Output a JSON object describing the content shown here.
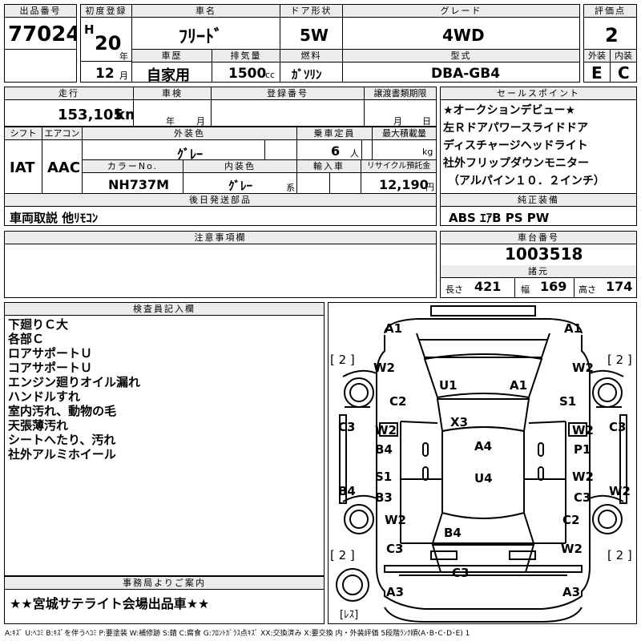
{
  "header": {
    "lot_label": "出品番号",
    "lot_no": "77024",
    "first_reg_label": "初度登録",
    "era": "H",
    "year": "20",
    "year_unit": "年",
    "month": "12",
    "month_unit": "月",
    "car_name_label": "車名",
    "car_name": "ﾌﾘｰﾄﾞ",
    "door_label": "ドア形状",
    "door": "5W",
    "grade_label": "グレード",
    "grade": "4WD",
    "score_label": "評価点",
    "score": "2",
    "history_label": "車歴",
    "history": "自家用",
    "displacement_label": "排気量",
    "displacement": "1500",
    "displacement_unit": "cc",
    "fuel_label": "燃料",
    "fuel": "ｶﾞｿﾘﾝ",
    "model_label": "型式",
    "model": "DBA-GB4",
    "exterior_label": "外装",
    "exterior": "E",
    "interior_label": "内装",
    "interior": "C"
  },
  "row2": {
    "mileage_label": "走行",
    "mileage": "153,105",
    "mileage_unit": "km",
    "inspection_label": "車検",
    "insp_year_unit": "年",
    "insp_month_unit": "月",
    "reg_no_label": "登録番号",
    "transfer_label": "譲渡書類期限",
    "transfer_month_unit": "月",
    "transfer_day_unit": "日",
    "shift_label": "シフト",
    "shift": "IAT",
    "ac_label": "エアコン",
    "ac": "AAC",
    "ext_color_label": "外装色",
    "ext_color": "ｸﾞﾚｰ",
    "capacity_label": "乗車定員",
    "capacity": "6",
    "capacity_unit": "人",
    "max_load_label": "最大積載量",
    "max_load_unit": "kg",
    "color_no_label": "カラーNo.",
    "color_no": "NH737M",
    "int_color_label": "内装色",
    "int_color": "ｸﾞﾚｰ",
    "int_color_unit": "系",
    "import_label": "輸入車",
    "recycle_label": "リサイクル預託金",
    "recycle": "12,190",
    "recycle_unit": "円",
    "later_parts_label": "後日発送部品",
    "later_parts": "車両取説 他ﾘﾓｺﾝ"
  },
  "sales_points": {
    "label": "セールスポイント",
    "lines": [
      "★オークションデビュー★",
      "左Ｒドアパワースライドドア",
      "ディスチャージヘッドライト",
      "社外フリップダウンモニター",
      "（アルパイン１０．２インチ）"
    ]
  },
  "equipment": {
    "label": "純正装備",
    "value": "ABS ｴｱB PS PW"
  },
  "notes": {
    "label": "注意事項欄"
  },
  "chassis": {
    "label": "車台番号",
    "value": "1003518",
    "spec_label": "諸元",
    "length_label": "長さ",
    "length": "421",
    "width_label": "幅",
    "width": "169",
    "height_label": "高さ",
    "height": "174"
  },
  "inspector": {
    "label": "検査員記入欄",
    "lines": [
      "下廻りＣ大",
      "各部Ｃ",
      "ロアサポートＵ",
      "コアサポートＵ",
      "エンジン廻りオイル漏れ",
      "ハンドルすれ",
      "室内汚れ、動物の毛",
      "天張薄汚れ",
      "シートへたり、汚れ",
      "社外アルミホイール"
    ]
  },
  "office": {
    "label": "事務局よりご案内",
    "value": "★★宮城サテライト会場出品車★★"
  },
  "diagram": {
    "marks": {
      "a1_left": "A1",
      "a1_right": "A1",
      "bracket_tl": "[ 2 ]",
      "bracket_tr": "[ 2 ]",
      "bracket_bl": "[ 2 ]",
      "bracket_br": "[ 2 ]",
      "w2_fl": "W2",
      "w2_fr": "W2",
      "u1": "U1",
      "a1_roof": "A1",
      "c2_left": "C2",
      "s1_right": "S1",
      "c3_left": "C3",
      "c3_right": "C3",
      "x3": "X3",
      "w2_ldoor1": "W2",
      "b4_ldoor1": "B4",
      "w2_rdoor1": "W2",
      "p1_rdoor1": "P1",
      "a4": "A4",
      "s1_ldoor2": "S1",
      "b3_ldoor2": "B3",
      "w2_rdoor2": "W2",
      "c3_rdoor2": "C3",
      "u4": "U4",
      "b4_left": "B4",
      "w2_right_side": "W2",
      "w2_rl": "W2",
      "c2_rr": "C2",
      "b4_rear": "B4",
      "c3_rl": "C3",
      "w2_rr": "W2",
      "c3_rear": "C3",
      "a3_left": "A3",
      "a3_right": "A3",
      "spare": "[ﾚｽ]"
    }
  },
  "legend": "A:ｷｽﾞ U:ﾍｺﾐ B:ｷｽﾞを伴うﾍｺﾐ P:要塗装 W:補修跡 S:錆 C:腐食 G:ﾌﾛﾝﾄｶﾞﾗｽ点ｷｽﾞ XX:交換済み X:要交換 内・外装評価 5段階ﾗﾝｸ順(A･B･C･D･E) 1"
}
